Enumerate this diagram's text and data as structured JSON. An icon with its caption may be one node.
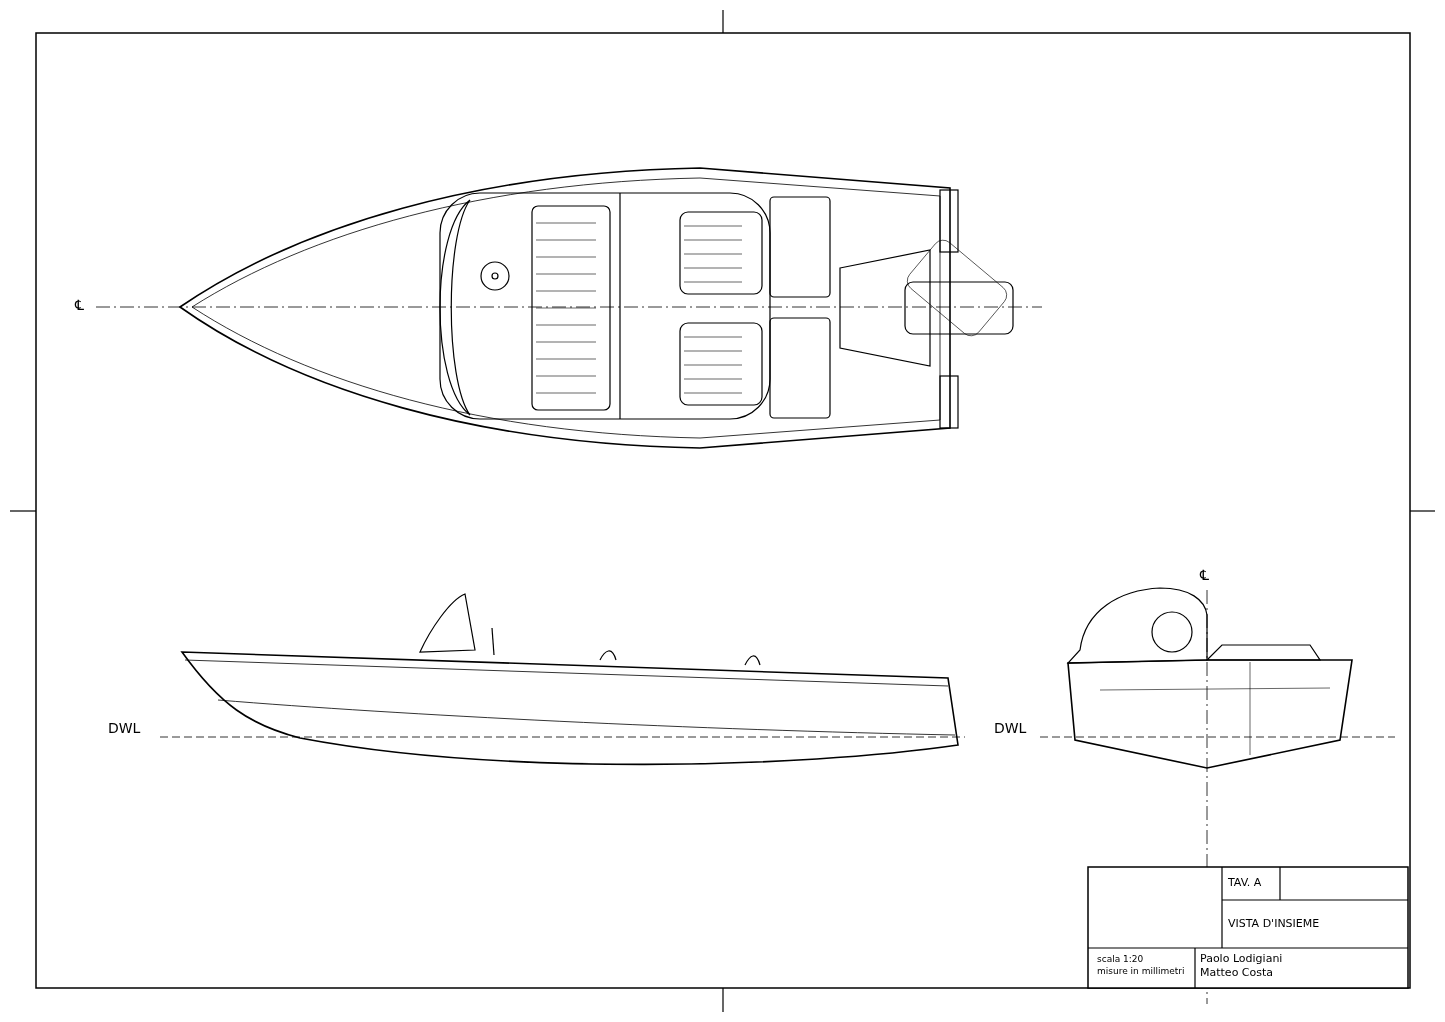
{
  "diagram": {
    "labels": [
      "℄",
      "℄",
      "DWL",
      "DWL",
      "TAV. A",
      "VISTA D'INSIEME",
      "scala 1:20",
      "misure in millimetri",
      "Paolo Lodigiani",
      "Matteo Costa"
    ]
  }
}
